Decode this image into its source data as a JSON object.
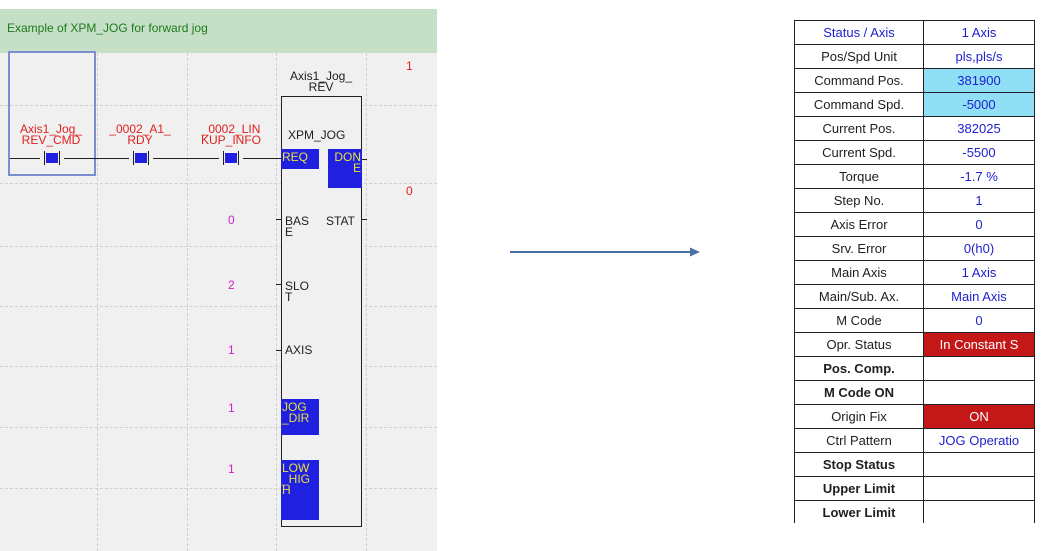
{
  "ladder": {
    "header_text": "Example of XPM_JOG for forward jog",
    "rung_numbers": {
      "top": "1",
      "second": "0"
    },
    "contacts": [
      {
        "label": "Axis1_Jog_\nREV_CMD"
      },
      {
        "label": "_0002_A1_\nRDY"
      },
      {
        "label": "_0002_LIN\nKUP_INFO"
      }
    ],
    "function_block": {
      "instance": "Axis1_Jog_\nREV",
      "type": "XPM_JOG",
      "inputs": [
        {
          "pin": "REQ",
          "value": ""
        },
        {
          "pin": "BAS\nE",
          "value": "0"
        },
        {
          "pin": "SLO\nT",
          "value": "2"
        },
        {
          "pin": "AXIS",
          "value": "1"
        },
        {
          "pin": "JOG\n_DIR",
          "value": "1"
        },
        {
          "pin": "LOW\n_HIG\nH",
          "value": "1"
        }
      ],
      "outputs": [
        {
          "pin": "DON\nE"
        },
        {
          "pin": "STAT"
        }
      ]
    }
  },
  "status_table": {
    "header": {
      "name": "Status / Axis",
      "value": "1 Axis"
    },
    "rows": [
      {
        "name": "Pos/Spd Unit",
        "value": "pls,pls/s"
      },
      {
        "name": "Command Pos.",
        "value": "381900"
      },
      {
        "name": "Command Spd.",
        "value": "-5000"
      },
      {
        "name": "Current Pos.",
        "value": "382025"
      },
      {
        "name": "Current Spd.",
        "value": "-5500"
      },
      {
        "name": "Torque",
        "value": "-1.7 %"
      },
      {
        "name": "Step No.",
        "value": "1"
      },
      {
        "name": "Axis Error",
        "value": "0"
      },
      {
        "name": "Srv. Error",
        "value": "0(h0)"
      },
      {
        "name": "Main Axis",
        "value": "1 Axis"
      },
      {
        "name": "Main/Sub. Ax.",
        "value": "Main Axis"
      },
      {
        "name": "M Code",
        "value": "0"
      },
      {
        "name": "Opr. Status",
        "value": "In Constant S"
      },
      {
        "name": "Pos. Comp.",
        "value": ""
      },
      {
        "name": "M Code ON",
        "value": ""
      },
      {
        "name": "Origin Fix",
        "value": "ON"
      },
      {
        "name": "Ctrl Pattern",
        "value": "JOG Operatio"
      },
      {
        "name": "Stop Status",
        "value": ""
      },
      {
        "name": "Upper Limit",
        "value": ""
      },
      {
        "name": "Lower Limit",
        "value": ""
      }
    ]
  },
  "colors": {
    "highlight_cyan": "#8fe0f4",
    "status_red": "#c41818",
    "value_blue": "#2020d0",
    "contact_blue": "#2020e0",
    "header_green": "#c6e0c7"
  }
}
